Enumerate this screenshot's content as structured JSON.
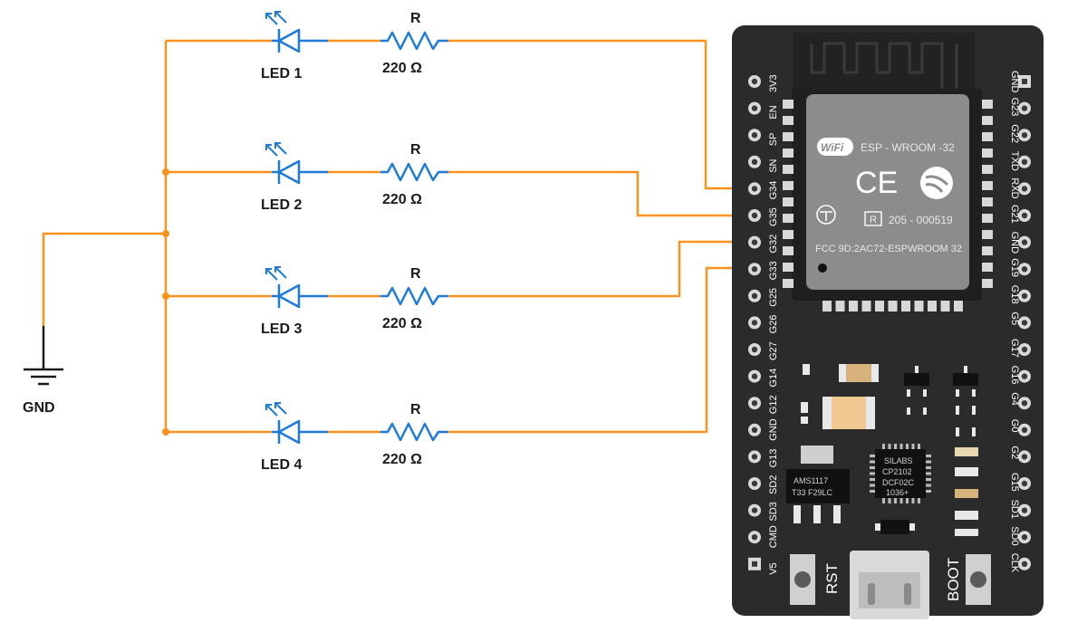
{
  "circuit": {
    "ground_label": "GND",
    "branches": [
      {
        "led_label": "LED 1",
        "resistor_name": "R",
        "resistor_value": "220 Ω",
        "pin": "G34"
      },
      {
        "led_label": "LED 2",
        "resistor_name": "R",
        "resistor_value": "220 Ω",
        "pin": "G35"
      },
      {
        "led_label": "LED 3",
        "resistor_name": "R",
        "resistor_value": "220 Ω",
        "pin": "G32"
      },
      {
        "led_label": "LED 4",
        "resistor_name": "R",
        "resistor_value": "220 Ω",
        "pin": "G33"
      }
    ]
  },
  "board": {
    "left_pins": [
      "3V3",
      "EN",
      "SP",
      "SN",
      "G34",
      "G35",
      "G32",
      "G33",
      "G25",
      "G26",
      "G27",
      "G14",
      "G12",
      "GND",
      "G13",
      "SD2",
      "SD3",
      "CMD",
      "V5"
    ],
    "right_pins": [
      "GND",
      "G23",
      "G22",
      "TXD",
      "RXD",
      "G21",
      "GND",
      "G19",
      "G18",
      "G5",
      "G17",
      "G16",
      "G4",
      "G0",
      "G2",
      "G15",
      "SD1",
      "SD0",
      "CLK"
    ],
    "module": {
      "wifi_text": "WiFi",
      "name": "ESP - WROOM -32",
      "ce": "CE",
      "reg_mark": "R",
      "reg_number": "205 - 000519",
      "fcc": "FCC 9D:2AC72-ESPWROOM 32"
    },
    "regulator": {
      "line1": "AMS1117",
      "line2": "T33 F29LC"
    },
    "usb_chip": {
      "line1": "SILABS",
      "line2": "CP2102",
      "line3": "DCF02C",
      "line4": "1036+"
    },
    "buttons": {
      "reset": "RST",
      "boot": "BOOT"
    }
  },
  "colors": {
    "wire": "#f7931e",
    "led": "#1e7bd8",
    "resistor": "#1e7bd8",
    "board": "#2b2b2b",
    "ground": "#1a1a1a"
  }
}
